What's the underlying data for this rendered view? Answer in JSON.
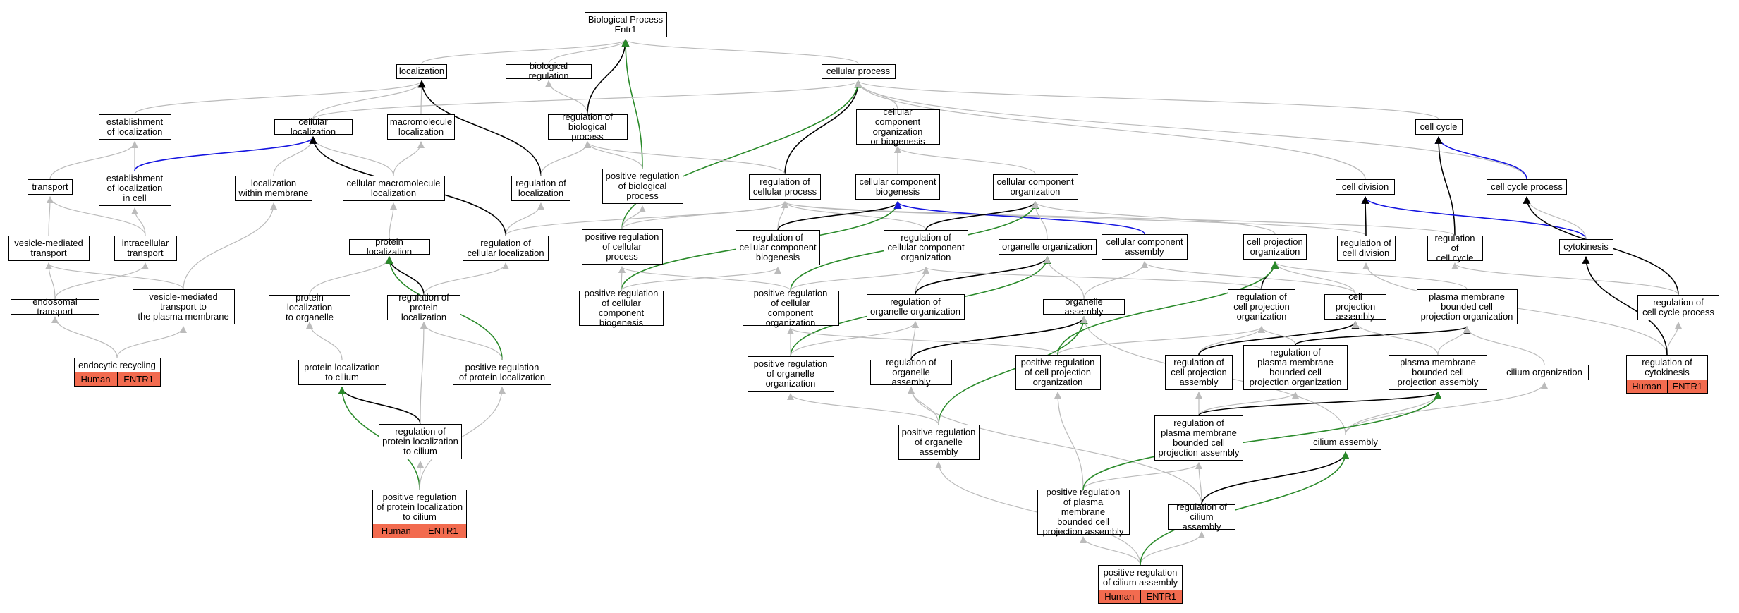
{
  "diagram": {
    "colors": {
      "is_a": "#bbbbbb",
      "regulates": "#000000",
      "positively_regulates": "#2a8a2a",
      "part_of": "#1515e0",
      "annotation": "#f26b4f"
    },
    "nodes": [
      {
        "id": "bp",
        "label": "Biological Process\nEntr1"
      },
      {
        "id": "loc",
        "label": "localization"
      },
      {
        "id": "bioreg",
        "label": "biological regulation"
      },
      {
        "id": "cp",
        "label": "cellular process"
      },
      {
        "id": "estloc",
        "label": "establishment\nof localization"
      },
      {
        "id": "cellloc",
        "label": "cellular localization"
      },
      {
        "id": "macloc",
        "label": "macromolecule\nlocalization"
      },
      {
        "id": "regbp",
        "label": "regulation of\nbiological process"
      },
      {
        "id": "ccob",
        "label": "cellular component\norganization\nor biogenesis"
      },
      {
        "id": "cc",
        "label": "cell cycle"
      },
      {
        "id": "transport",
        "label": "transport"
      },
      {
        "id": "estloccell",
        "label": "establishment\nof localization\nin cell"
      },
      {
        "id": "locmem",
        "label": "localization\nwithin membrane"
      },
      {
        "id": "cmacloc",
        "label": "cellular macromolecule\nlocalization"
      },
      {
        "id": "regloc",
        "label": "regulation of\nlocalization"
      },
      {
        "id": "posregbp",
        "label": "positive regulation\nof biological\nprocess"
      },
      {
        "id": "regcp",
        "label": "regulation of\ncellular process"
      },
      {
        "id": "ccbio",
        "label": "cellular component\nbiogenesis"
      },
      {
        "id": "ccorg",
        "label": "cellular component\norganization"
      },
      {
        "id": "celldiv",
        "label": "cell division"
      },
      {
        "id": "ccproc",
        "label": "cell cycle process"
      },
      {
        "id": "vesmed",
        "label": "vesicle-mediated\ntransport"
      },
      {
        "id": "intra",
        "label": "intracellular\ntransport"
      },
      {
        "id": "protloc",
        "label": "protein localization"
      },
      {
        "id": "regcellloc",
        "label": "regulation of\ncellular localization"
      },
      {
        "id": "posregcp",
        "label": "positive regulation\nof cellular\nprocess"
      },
      {
        "id": "regccbio",
        "label": "regulation of\ncellular component\nbiogenesis"
      },
      {
        "id": "regccorg",
        "label": "regulation of\ncellular component\norganization"
      },
      {
        "id": "orgorg",
        "label": "organelle organization"
      },
      {
        "id": "ccassem",
        "label": "cellular component\nassembly"
      },
      {
        "id": "cpo",
        "label": "cell projection\norganization"
      },
      {
        "id": "regcelldiv",
        "label": "regulation of\ncell division"
      },
      {
        "id": "regcc",
        "label": "regulation of\ncell cycle"
      },
      {
        "id": "cytok",
        "label": "cytokinesis"
      },
      {
        "id": "endo",
        "label": "endosomal transport"
      },
      {
        "id": "vesmedpm",
        "label": "vesicle-mediated\ntransport to\nthe plasma membrane"
      },
      {
        "id": "protlocorg",
        "label": "protein localization\nto organelle"
      },
      {
        "id": "regprotloc",
        "label": "regulation of\nprotein localization"
      },
      {
        "id": "posregccbio",
        "label": "positive regulation\nof cellular\ncomponent biogenesis"
      },
      {
        "id": "posregccorg",
        "label": "positive regulation\nof cellular\ncomponent organization"
      },
      {
        "id": "regorgorg",
        "label": "regulation of\norganelle organization"
      },
      {
        "id": "orgassem",
        "label": "organelle assembly"
      },
      {
        "id": "regcpo",
        "label": "regulation of\ncell projection\norganization"
      },
      {
        "id": "cpassem",
        "label": "cell projection\nassembly"
      },
      {
        "id": "pmbcpo",
        "label": "plasma membrane\nbounded cell\nprojection organization"
      },
      {
        "id": "regccp",
        "label": "regulation of\ncell cycle process"
      },
      {
        "id": "endorec",
        "label": "endocytic recycling"
      },
      {
        "id": "protloccil",
        "label": "protein localization\nto cilium"
      },
      {
        "id": "posregprotloc",
        "label": "positive regulation\nof protein localization"
      },
      {
        "id": "posregorgorg",
        "label": "positive regulation\nof organelle\norganization"
      },
      {
        "id": "regorgassem",
        "label": "regulation of\norganelle assembly"
      },
      {
        "id": "posregcpo",
        "label": "positive regulation\nof cell projection\norganization"
      },
      {
        "id": "regcpassem",
        "label": "regulation of\ncell projection\nassembly"
      },
      {
        "id": "regpmbcpo",
        "label": "regulation of\nplasma membrane\nbounded cell\nprojection organization"
      },
      {
        "id": "pmbcpa",
        "label": "plasma membrane\nbounded cell\nprojection assembly"
      },
      {
        "id": "cilorg",
        "label": "cilium organization"
      },
      {
        "id": "regcytok",
        "label": "regulation of\ncytokinesis"
      },
      {
        "id": "regprotloccil",
        "label": "regulation of\nprotein localization\nto cilium"
      },
      {
        "id": "posregorgassem",
        "label": "positive regulation\nof organelle\nassembly"
      },
      {
        "id": "regpmbcpa",
        "label": "regulation of\nplasma membrane\nbounded cell\nprojection assembly"
      },
      {
        "id": "cilassem",
        "label": "cilium assembly"
      },
      {
        "id": "posregprotloccil",
        "label": "positive regulation\nof protein localization\nto cilium"
      },
      {
        "id": "posregpmbcpa",
        "label": "positive regulation\nof plasma membrane\nbounded cell\nprojection assembly"
      },
      {
        "id": "regcilassem",
        "label": "regulation of\ncilium assembly"
      },
      {
        "id": "posregcilassem",
        "label": "positive regulation\nof cilium assembly"
      }
    ],
    "annotations": [
      {
        "node": "endorec",
        "organism": "Human",
        "gene": "ENTR1"
      },
      {
        "node": "regcytok",
        "organism": "Human",
        "gene": "ENTR1"
      },
      {
        "node": "posregprotloccil",
        "organism": "Human",
        "gene": "ENTR1"
      },
      {
        "node": "posregcilassem",
        "organism": "Human",
        "gene": "ENTR1"
      }
    ],
    "edges": [
      [
        "loc",
        "bp",
        "is_a"
      ],
      [
        "bioreg",
        "bp",
        "is_a"
      ],
      [
        "cp",
        "bp",
        "is_a"
      ],
      [
        "regbp",
        "bp",
        "regulates"
      ],
      [
        "posregbp",
        "bp",
        "positively_regulates"
      ],
      [
        "estloc",
        "loc",
        "is_a"
      ],
      [
        "cellloc",
        "loc",
        "is_a"
      ],
      [
        "macloc",
        "loc",
        "is_a"
      ],
      [
        "regloc",
        "loc",
        "regulates"
      ],
      [
        "cellloc",
        "cp",
        "is_a"
      ],
      [
        "ccob",
        "cp",
        "is_a"
      ],
      [
        "cc",
        "cp",
        "is_a"
      ],
      [
        "regcp",
        "cp",
        "regulates"
      ],
      [
        "posregcp",
        "cp",
        "positively_regulates"
      ],
      [
        "celldiv",
        "cp",
        "is_a"
      ],
      [
        "ccproc",
        "cp",
        "is_a"
      ],
      [
        "regbp",
        "bioreg",
        "is_a"
      ],
      [
        "transport",
        "estloc",
        "is_a"
      ],
      [
        "estloccell",
        "estloc",
        "is_a"
      ],
      [
        "estloccell",
        "cellloc",
        "part_of"
      ],
      [
        "locmem",
        "cellloc",
        "is_a"
      ],
      [
        "cmacloc",
        "cellloc",
        "is_a"
      ],
      [
        "regcellloc",
        "cellloc",
        "regulates"
      ],
      [
        "cmacloc",
        "macloc",
        "is_a"
      ],
      [
        "regloc",
        "regbp",
        "is_a"
      ],
      [
        "posregbp",
        "regbp",
        "is_a"
      ],
      [
        "regcp",
        "regbp",
        "is_a"
      ],
      [
        "ccbio",
        "ccob",
        "is_a"
      ],
      [
        "ccorg",
        "ccob",
        "is_a"
      ],
      [
        "ccproc",
        "cc",
        "part_of"
      ],
      [
        "regcc",
        "cc",
        "regulates"
      ],
      [
        "intra",
        "transport",
        "is_a"
      ],
      [
        "vesmed",
        "transport",
        "is_a"
      ],
      [
        "intra",
        "estloccell",
        "is_a"
      ],
      [
        "vesmedpm",
        "locmem",
        "is_a"
      ],
      [
        "protloc",
        "cmacloc",
        "is_a"
      ],
      [
        "regcellloc",
        "regloc",
        "is_a"
      ],
      [
        "posregcp",
        "posregbp",
        "is_a"
      ],
      [
        "posregcp",
        "regcp",
        "is_a"
      ],
      [
        "regccbio",
        "regcp",
        "is_a"
      ],
      [
        "regccorg",
        "regcp",
        "is_a"
      ],
      [
        "regcellloc",
        "regcp",
        "is_a"
      ],
      [
        "regcelldiv",
        "regcp",
        "is_a"
      ],
      [
        "regcc",
        "regcp",
        "is_a"
      ],
      [
        "regccbio",
        "ccbio",
        "regulates"
      ],
      [
        "posregccbio",
        "ccbio",
        "positively_regulates"
      ],
      [
        "ccassem",
        "ccbio",
        "part_of"
      ],
      [
        "regccorg",
        "ccorg",
        "regulates"
      ],
      [
        "posregccorg",
        "ccorg",
        "positively_regulates"
      ],
      [
        "orgorg",
        "ccorg",
        "is_a"
      ],
      [
        "cpo",
        "ccorg",
        "is_a"
      ],
      [
        "cytok",
        "celldiv",
        "part_of"
      ],
      [
        "regcelldiv",
        "celldiv",
        "regulates"
      ],
      [
        "cytok",
        "ccproc",
        "is_a"
      ],
      [
        "regccp",
        "ccproc",
        "regulates"
      ],
      [
        "endo",
        "vesmed",
        "is_a"
      ],
      [
        "vesmedpm",
        "vesmed",
        "is_a"
      ],
      [
        "endo",
        "intra",
        "is_a"
      ],
      [
        "protlocorg",
        "protloc",
        "is_a"
      ],
      [
        "regprotloc",
        "protloc",
        "regulates"
      ],
      [
        "posregprotloc",
        "protloc",
        "positively_regulates"
      ],
      [
        "regprotloc",
        "regcellloc",
        "is_a"
      ],
      [
        "posregccbio",
        "posregcp",
        "is_a"
      ],
      [
        "posregccbio",
        "regccbio",
        "is_a"
      ],
      [
        "posregccorg",
        "posregcp",
        "is_a"
      ],
      [
        "posregccorg",
        "regccorg",
        "is_a"
      ],
      [
        "regorgorg",
        "regccorg",
        "is_a"
      ],
      [
        "regorgorg",
        "orgorg",
        "regulates"
      ],
      [
        "posregorgorg",
        "orgorg",
        "positively_regulates"
      ],
      [
        "orgassem",
        "orgorg",
        "is_a"
      ],
      [
        "orgassem",
        "ccassem",
        "is_a"
      ],
      [
        "cpassem",
        "ccassem",
        "is_a"
      ],
      [
        "regcpo",
        "cpo",
        "regulates"
      ],
      [
        "cpassem",
        "cpo",
        "is_a"
      ],
      [
        "pmbcpo",
        "cpo",
        "is_a"
      ],
      [
        "regcytok",
        "regcelldiv",
        "is_a"
      ],
      [
        "regccp",
        "regcc",
        "is_a"
      ],
      [
        "regcytok",
        "regccp",
        "is_a"
      ],
      [
        "regcytok",
        "cytok",
        "regulates"
      ],
      [
        "endorec",
        "endo",
        "is_a"
      ],
      [
        "endorec",
        "vesmedpm",
        "is_a"
      ],
      [
        "protloccil",
        "protlocorg",
        "is_a"
      ],
      [
        "regprotloccil",
        "protloccil",
        "regulates"
      ],
      [
        "posregprotloccil",
        "protloccil",
        "positively_regulates"
      ],
      [
        "regprotloccil",
        "regprotloc",
        "is_a"
      ],
      [
        "posregprotloc",
        "regprotloc",
        "is_a"
      ],
      [
        "posregorgorg",
        "posregccorg",
        "is_a"
      ],
      [
        "posregorgorg",
        "regorgorg",
        "is_a"
      ],
      [
        "regorgassem",
        "regorgorg",
        "is_a"
      ],
      [
        "regorgassem",
        "orgassem",
        "regulates"
      ],
      [
        "posregorgassem",
        "orgassem",
        "positively_regulates"
      ],
      [
        "regcpo",
        "regccorg",
        "is_a"
      ],
      [
        "posregcpo",
        "regcpo",
        "is_a"
      ],
      [
        "posregcpo",
        "posregccorg",
        "is_a"
      ],
      [
        "posregcpo",
        "cpo",
        "positively_regulates"
      ],
      [
        "regcpassem",
        "regcpo",
        "is_a"
      ],
      [
        "regcpassem",
        "cpassem",
        "regulates"
      ],
      [
        "regpmbcpo",
        "regcpo",
        "is_a"
      ],
      [
        "regpmbcpo",
        "pmbcpo",
        "regulates"
      ],
      [
        "pmbcpa",
        "cpassem",
        "is_a"
      ],
      [
        "pmbcpa",
        "pmbcpo",
        "is_a"
      ],
      [
        "cilorg",
        "pmbcpo",
        "is_a"
      ],
      [
        "cilassem",
        "cilorg",
        "is_a"
      ],
      [
        "cilassem",
        "pmbcpa",
        "is_a"
      ],
      [
        "cilassem",
        "orgassem",
        "is_a"
      ],
      [
        "posregorgassem",
        "regorgassem",
        "is_a"
      ],
      [
        "posregorgassem",
        "posregorgorg",
        "is_a"
      ],
      [
        "regpmbcpa",
        "regcpassem",
        "is_a"
      ],
      [
        "regpmbcpa",
        "regpmbcpo",
        "is_a"
      ],
      [
        "regpmbcpa",
        "pmbcpa",
        "regulates"
      ],
      [
        "regcilassem",
        "regpmbcpa",
        "is_a"
      ],
      [
        "regcilassem",
        "regorgassem",
        "is_a"
      ],
      [
        "regcilassem",
        "cilassem",
        "regulates"
      ],
      [
        "posregpmbcpa",
        "regpmbcpa",
        "is_a"
      ],
      [
        "posregpmbcpa",
        "posregcpo",
        "is_a"
      ],
      [
        "posregpmbcpa",
        "pmbcpa",
        "positively_regulates"
      ],
      [
        "posregprotloccil",
        "regprotloccil",
        "is_a"
      ],
      [
        "posregprotloccil",
        "posregprotloc",
        "is_a"
      ],
      [
        "posregcilassem",
        "regcilassem",
        "is_a"
      ],
      [
        "posregcilassem",
        "posregpmbcpa",
        "is_a"
      ],
      [
        "posregcilassem",
        "posregorgassem",
        "is_a"
      ],
      [
        "posregcilassem",
        "cilassem",
        "positively_regulates"
      ]
    ]
  }
}
